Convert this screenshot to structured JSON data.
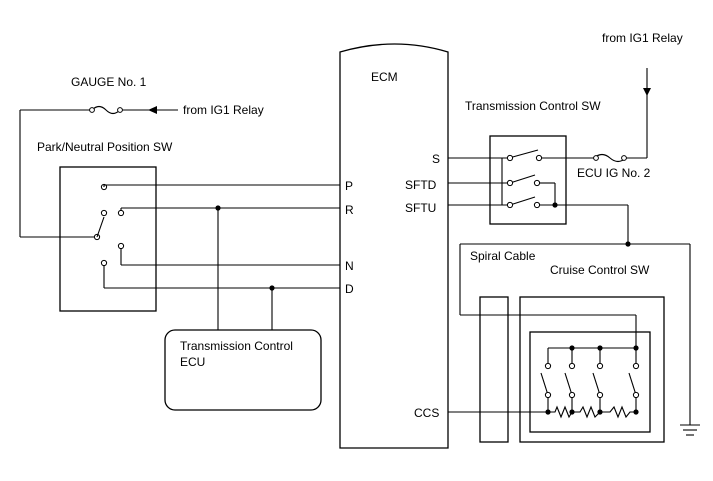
{
  "labels": {
    "ig1_top": "from IG1 Relay",
    "gauge": "GAUGE No. 1",
    "ig1_left": "from IG1 Relay",
    "pn_sw": "Park/Neutral Position SW",
    "ecm": "ECM",
    "tcsw": "Transmission Control SW",
    "ecu_ig": "ECU IG No. 2",
    "spiral": "Spiral Cable",
    "cruise": "Cruise Control SW",
    "tcu_line1": "Transmission Control",
    "tcu_line2": "ECU"
  },
  "pins": {
    "S": "S",
    "SFTD": "SFTD",
    "SFTU": "SFTU",
    "P": "P",
    "R": "R",
    "N": "N",
    "D": "D",
    "CCS": "CCS"
  }
}
